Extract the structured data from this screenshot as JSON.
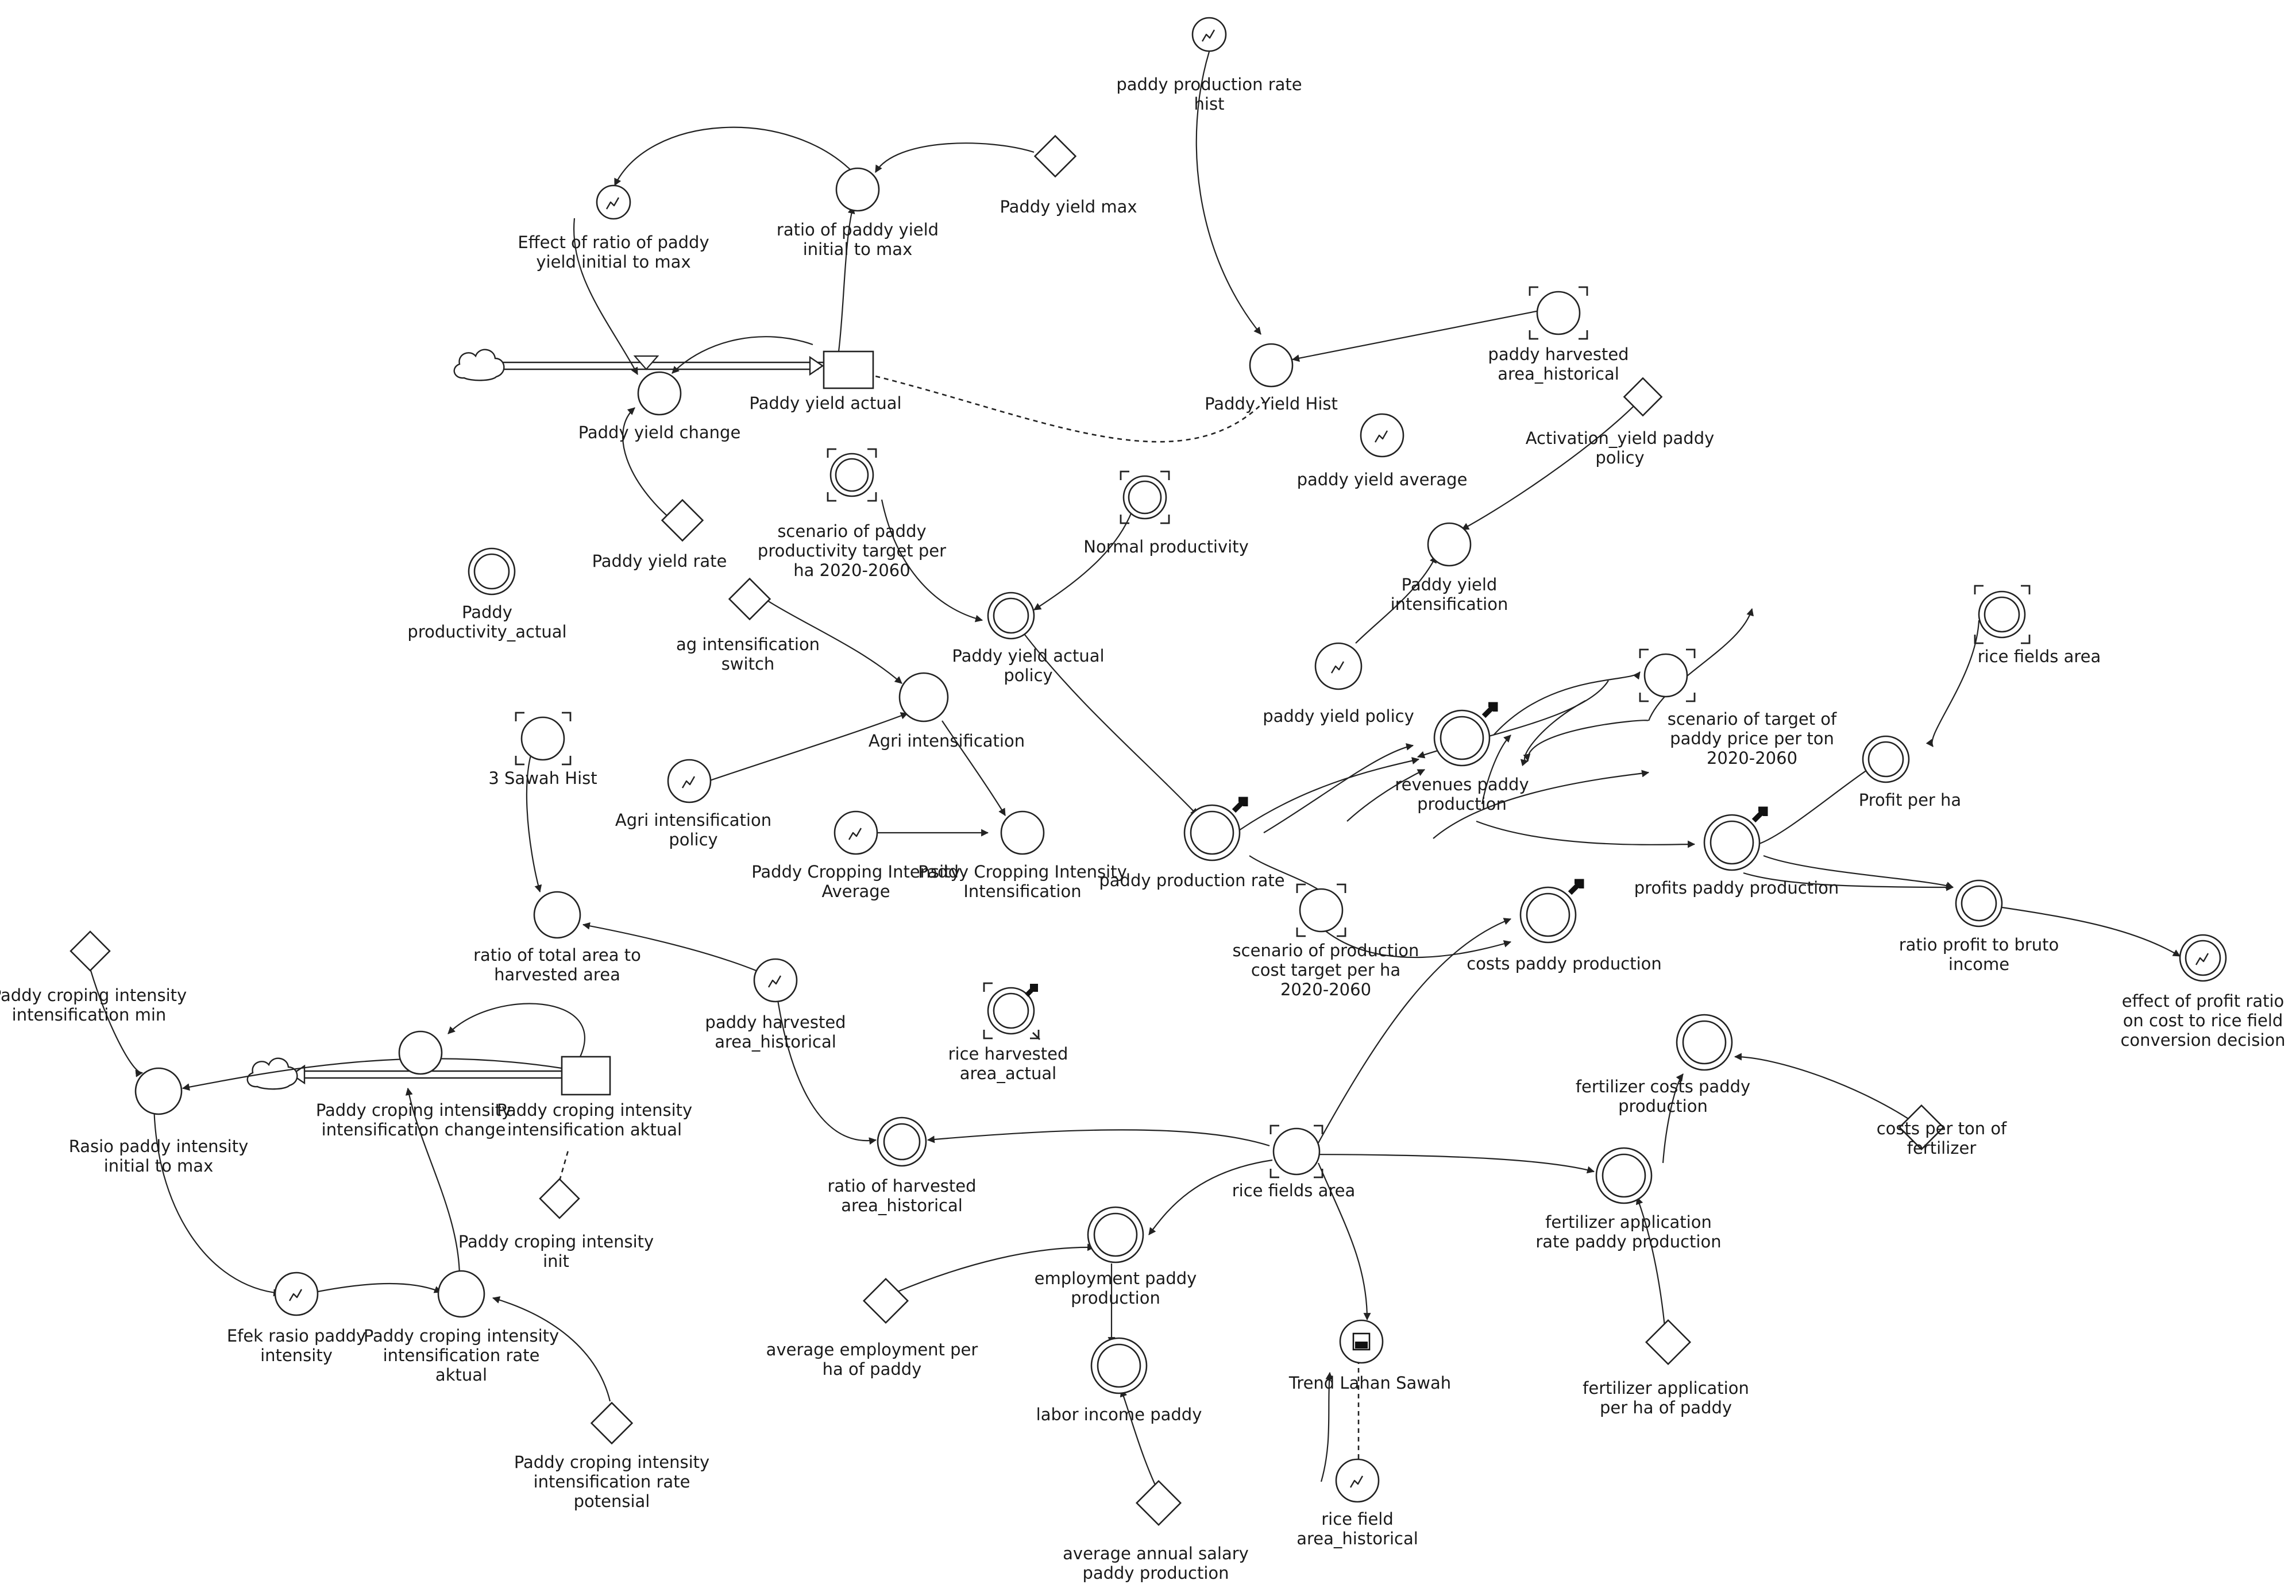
{
  "nodes": [
    {
      "id": "prod_rate_hist",
      "label": "paddy production rate hist",
      "type": "lookup"
    },
    {
      "id": "effect_ratio",
      "label": "Effect of ratio of paddy yield initial to max",
      "type": "lookup"
    },
    {
      "id": "ratio_yield_max",
      "label": "ratio of paddy yield initial to max",
      "type": "aux"
    },
    {
      "id": "yield_max",
      "label": "Paddy yield max",
      "type": "constant"
    },
    {
      "id": "yield_actual",
      "label": "Paddy yield actual",
      "type": "stock"
    },
    {
      "id": "yield_change",
      "label": "Paddy yield change",
      "type": "flow"
    },
    {
      "id": "yield_rate",
      "label": "Paddy yield rate",
      "type": "constant"
    },
    {
      "id": "yield_hist",
      "label": "Paddy Yield Hist",
      "type": "aux"
    },
    {
      "id": "harv_hist_top",
      "label": "paddy harvested area_historical",
      "type": "shadow"
    },
    {
      "id": "activation",
      "label": "Activation_yield paddy policy",
      "type": "constant"
    },
    {
      "id": "yield_avg",
      "label": "paddy yield average",
      "type": "lookup"
    },
    {
      "id": "yield_intens",
      "label": "Paddy yield intensification",
      "type": "aux"
    },
    {
      "id": "yield_policy",
      "label": "paddy yield policy",
      "type": "lookup"
    },
    {
      "id": "scen_productivity",
      "label": "scenario of paddy productivity target per ha 2020-2060",
      "type": "shadow-double"
    },
    {
      "id": "normal_prod",
      "label": "Normal productivity",
      "type": "shadow-double"
    },
    {
      "id": "yield_actual_policy",
      "label": "Paddy yield actual policy",
      "type": "double"
    },
    {
      "id": "productivity_actual",
      "label": "Paddy productivity_actual",
      "type": "double"
    },
    {
      "id": "ag_switch",
      "label": "ag intensification switch",
      "type": "constant"
    },
    {
      "id": "agri_intens",
      "label": "Agri intensification",
      "type": "aux"
    },
    {
      "id": "agri_policy",
      "label": "Agri intensification policy",
      "type": "lookup"
    },
    {
      "id": "sawah_hist",
      "label": "3 Sawah Hist",
      "type": "shadow"
    },
    {
      "id": "pci_avg",
      "label": "Paddy Cropping Intensity Average",
      "type": "lookup"
    },
    {
      "id": "pci_intens",
      "label": "Paddy Cropping Intensity Intensification",
      "type": "aux"
    },
    {
      "id": "production_rate",
      "label": "paddy production rate",
      "type": "double-arrow"
    },
    {
      "id": "rice_harv_actual",
      "label": "rice harvested area_actual",
      "type": "shadow-double-arrow"
    },
    {
      "id": "revenues",
      "label": "revenues paddy production",
      "type": "double-arrow"
    },
    {
      "id": "scen_price",
      "label": "scenario of target of paddy price per ton 2020-2060",
      "type": "shadow"
    },
    {
      "id": "rice_fields_top",
      "label": "rice fields area",
      "type": "shadow-double"
    },
    {
      "id": "profit_ha",
      "label": "Profit per ha",
      "type": "double"
    },
    {
      "id": "profits",
      "label": "profits paddy production",
      "type": "double-arrow"
    },
    {
      "id": "ratio_profit",
      "label": "ratio profit to bruto income",
      "type": "double"
    },
    {
      "id": "effect_profit",
      "label": "effect of profit ratio on cost to rice field conversion decision",
      "type": "double-lookup"
    },
    {
      "id": "scen_cost",
      "label": "scenario of production cost target per ha 2020-2060",
      "type": "shadow"
    },
    {
      "id": "costs",
      "label": "costs paddy production",
      "type": "double-arrow"
    },
    {
      "id": "ratio_total_area",
      "label": "ratio of total area to harvested area",
      "type": "aux"
    },
    {
      "id": "harv_hist_mid",
      "label": "paddy harvested area_historical",
      "type": "lookup"
    },
    {
      "id": "pci_min",
      "label": "Paddy croping intensity intensification min",
      "type": "constant"
    },
    {
      "id": "rasio_pci",
      "label": "Rasio paddy intensity initial to max",
      "type": "aux"
    },
    {
      "id": "pci_change",
      "label": "Paddy croping intensity intensification change",
      "type": "flow"
    },
    {
      "id": "pci_aktual",
      "label": "Paddy croping intensity intensification aktual",
      "type": "stock"
    },
    {
      "id": "pci_init",
      "label": "Paddy croping intensity init",
      "type": "constant"
    },
    {
      "id": "efek_rasio",
      "label": "Efek rasio paddy intensity",
      "type": "lookup"
    },
    {
      "id": "pci_rate_aktual",
      "label": "Paddy croping intensity intensification rate aktual",
      "type": "aux"
    },
    {
      "id": "pci_rate_potensial",
      "label": "Paddy croping intensity intensification rate potensial",
      "type": "constant"
    },
    {
      "id": "ratio_harv_hist",
      "label": "ratio of harvested area_historical",
      "type": "double"
    },
    {
      "id": "rice_fields_area",
      "label": "rice fields area",
      "type": "shadow"
    },
    {
      "id": "fert_costs",
      "label": "fertilizer costs paddy production",
      "type": "double"
    },
    {
      "id": "cost_fert",
      "label": "costs per ton of fertilizer",
      "type": "constant"
    },
    {
      "id": "fert_app",
      "label": "fertilizer application rate paddy production",
      "type": "double"
    },
    {
      "id": "employment",
      "label": "employment paddy production",
      "type": "double"
    },
    {
      "id": "avg_employment",
      "label": "average employment per ha of paddy",
      "type": "constant"
    },
    {
      "id": "labor_income",
      "label": "labor income paddy",
      "type": "double"
    },
    {
      "id": "trend_lahan",
      "label": "Trend Lahan Sawah",
      "type": "data"
    },
    {
      "id": "fert_per_ha",
      "label": "fertilizer application per ha of paddy",
      "type": "constant"
    },
    {
      "id": "avg_salary",
      "label": "average annual salary paddy production",
      "type": "constant"
    },
    {
      "id": "rice_field_hist",
      "label": "rice field area_historical",
      "type": "lookup"
    }
  ]
}
